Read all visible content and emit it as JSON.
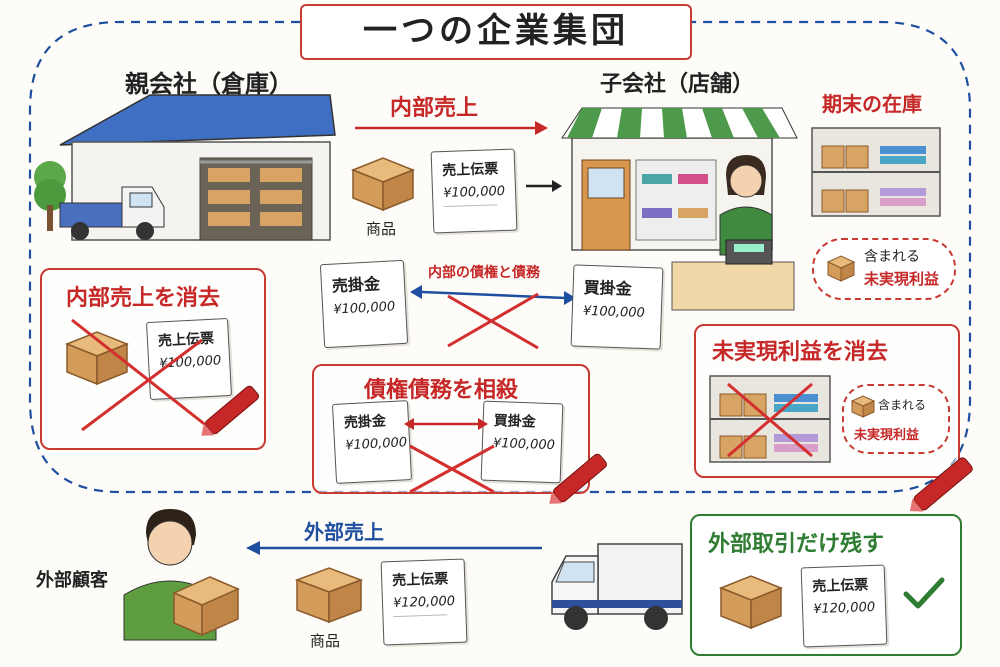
{
  "title": "一つの企業集団",
  "parent": {
    "label": "親会社（倉庫）"
  },
  "subsidiary": {
    "label": "子会社（店舗）"
  },
  "internal_sales": {
    "label": "内部売上"
  },
  "goods_label_top": "商品",
  "slip_top": {
    "title": "売上伝票",
    "amount": "¥100,000"
  },
  "inventory": {
    "label": "期末の在庫",
    "bubble_line1": "含まれる",
    "bubble_line2": "未実現利益"
  },
  "receivable_top": {
    "title": "売掛金",
    "amount": "¥100,000"
  },
  "payable_top": {
    "title": "買掛金",
    "amount": "¥100,000"
  },
  "internal_debt_label": "内部の債権と債務",
  "panel_eliminate_sales": {
    "title": "内部売上を消去",
    "slip_title": "売上伝票",
    "slip_amount": "¥100,000"
  },
  "panel_offset": {
    "title": "債権債務を相殺",
    "left_title": "売掛金",
    "left_amount": "¥100,000",
    "right_title": "買掛金",
    "right_amount": "¥100,000"
  },
  "panel_unrealized": {
    "title": "未実現利益を消去",
    "bubble_line1": "含まれる",
    "bubble_line2": "未実現利益"
  },
  "external_customer": {
    "label": "外部顧客"
  },
  "external_sales": {
    "label": "外部売上"
  },
  "goods_label_bottom": "商品",
  "slip_bottom": {
    "title": "売上伝票",
    "amount": "¥120,000"
  },
  "panel_external": {
    "title": "外部取引だけ残す",
    "slip_title": "売上伝票",
    "slip_amount": "¥120,000"
  },
  "colors": {
    "red": "#c62828",
    "blue": "#1e4ea0",
    "green": "#2e7d32"
  }
}
